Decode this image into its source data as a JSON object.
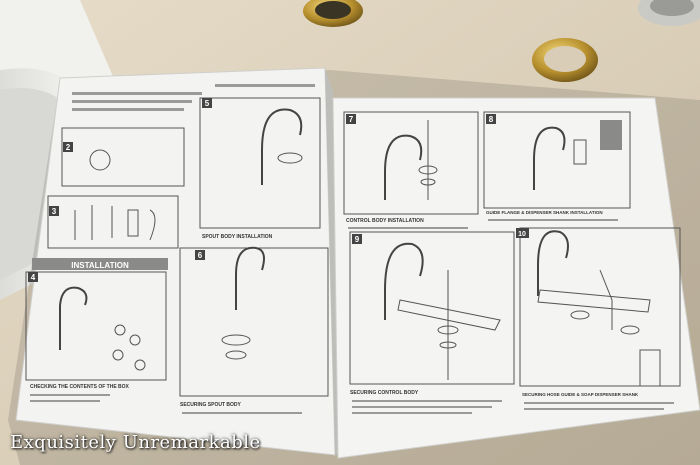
{
  "watermark": "Exquisitely Unremarkable",
  "manual": {
    "left_page": {
      "section_header": "INSTALLATION",
      "step_numbers": [
        "2",
        "3",
        "4",
        "5",
        "6"
      ],
      "captions": [
        "CHECKING THE CONTENTS OF THE BOX",
        "SPOUT BODY INSTALLATION",
        "SECURING SPOUT BODY"
      ]
    },
    "right_page": {
      "step_numbers": [
        "7",
        "8",
        "9",
        "10"
      ],
      "captions": [
        "CONTROL BODY INSTALLATION",
        "GUIDE FLANGE & DISPENSER SHANK INSTALLATION",
        "SECURING CONTROL BODY",
        "SECURING HOSE GUIDE & SOAP DISPENSER SHANK"
      ]
    }
  },
  "colors": {
    "countertop": "#d9cdb8",
    "paper": "#f4f4f2",
    "brass": "#b8902e",
    "sink": "#f2f2f0"
  }
}
